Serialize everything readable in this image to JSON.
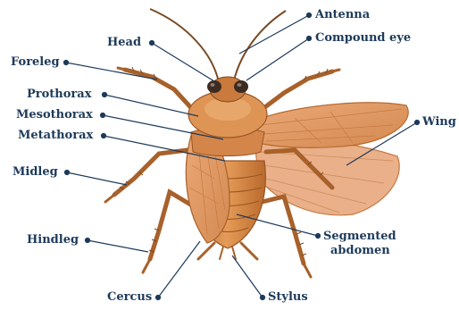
{
  "labels": {
    "antenna": "Antenna",
    "head": "Head",
    "compound_eye": "Compound eye",
    "foreleg": "Foreleg",
    "prothorax": "Prothorax",
    "mesothorax": "Mesothorax",
    "metathorax": "Metathorax",
    "wing": "Wing",
    "midleg": "Midleg",
    "hindleg": "Hindleg",
    "segmented_abdomen_line1": "Segmented",
    "segmented_abdomen_line2": "abdomen",
    "cercus": "Cercus",
    "stylus": "Stylus"
  },
  "colors": {
    "label_text": "#1d3a5a",
    "leader_line": "#1d3a5a",
    "body_main": "#d98f4e",
    "body_dark": "#b76a2d",
    "wing_fill": "#e7a679",
    "wing_vein": "#c9783f",
    "head_dark": "#3b2b22"
  }
}
